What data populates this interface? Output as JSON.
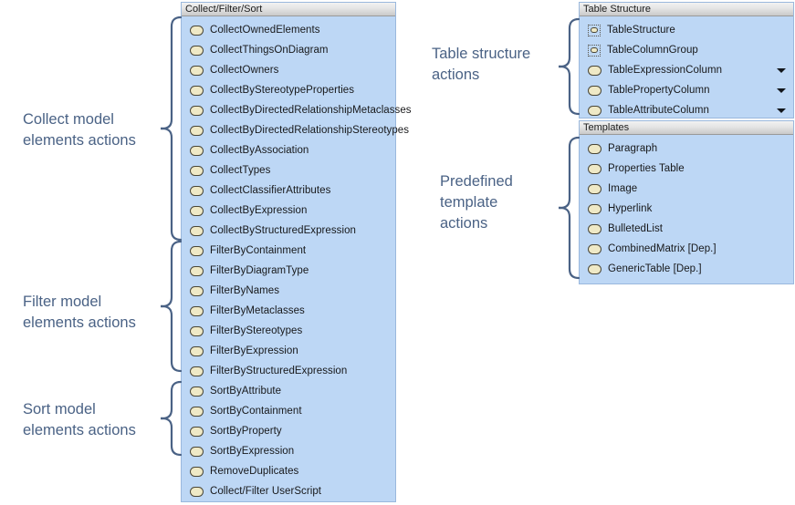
{
  "theme": {
    "panel_background": "#bdd7f5",
    "panel_border": "#9ab8dd",
    "header_gradient_top": "#f2f2f2",
    "header_gradient_bottom": "#c9c9c9",
    "annotation_color": "#4a6285",
    "icon_fill": "#efe9c6",
    "icon_stroke": "#4a4636"
  },
  "panels": {
    "collect_filter_sort": {
      "title": "Collect/Filter/Sort",
      "items": [
        {
          "label": "CollectOwnedElements",
          "icon": "oval-action-icon",
          "caret": false
        },
        {
          "label": "CollectThingsOnDiagram",
          "icon": "oval-action-icon",
          "caret": false
        },
        {
          "label": "CollectOwners",
          "icon": "oval-action-icon",
          "caret": false
        },
        {
          "label": "CollectByStereotypeProperties",
          "icon": "oval-action-icon",
          "caret": false
        },
        {
          "label": "CollectByDirectedRelationshipMetaclasses",
          "icon": "oval-action-icon",
          "caret": false
        },
        {
          "label": "CollectByDirectedRelationshipStereotypes",
          "icon": "oval-action-icon",
          "caret": false
        },
        {
          "label": "CollectByAssociation",
          "icon": "oval-action-icon",
          "caret": false
        },
        {
          "label": "CollectTypes",
          "icon": "oval-action-icon",
          "caret": false
        },
        {
          "label": "CollectClassifierAttributes",
          "icon": "oval-action-icon",
          "caret": false
        },
        {
          "label": "CollectByExpression",
          "icon": "oval-action-icon",
          "caret": false
        },
        {
          "label": "CollectByStructuredExpression",
          "icon": "oval-action-icon",
          "caret": false
        },
        {
          "label": "FilterByContainment",
          "icon": "oval-action-icon",
          "caret": false
        },
        {
          "label": "FilterByDiagramType",
          "icon": "oval-action-icon",
          "caret": false
        },
        {
          "label": "FilterByNames",
          "icon": "oval-action-icon",
          "caret": false
        },
        {
          "label": "FilterByMetaclasses",
          "icon": "oval-action-icon",
          "caret": false
        },
        {
          "label": "FilterByStereotypes",
          "icon": "oval-action-icon",
          "caret": false
        },
        {
          "label": "FilterByExpression",
          "icon": "oval-action-icon",
          "caret": false
        },
        {
          "label": "FilterByStructuredExpression",
          "icon": "oval-action-icon",
          "caret": false
        },
        {
          "label": "SortByAttribute",
          "icon": "oval-action-icon",
          "caret": false
        },
        {
          "label": "SortByContainment",
          "icon": "oval-action-icon",
          "caret": false
        },
        {
          "label": "SortByProperty",
          "icon": "oval-action-icon",
          "caret": false
        },
        {
          "label": "SortByExpression",
          "icon": "oval-action-icon",
          "caret": false
        },
        {
          "label": "RemoveDuplicates",
          "icon": "oval-action-icon",
          "caret": false
        },
        {
          "label": "Collect/Filter UserScript",
          "icon": "oval-action-icon",
          "caret": false
        }
      ]
    },
    "table_structure": {
      "title": "Table Structure",
      "items": [
        {
          "label": "TableStructure",
          "icon": "structure-icon",
          "caret": false
        },
        {
          "label": "TableColumnGroup",
          "icon": "structure-icon",
          "caret": false
        },
        {
          "label": "TableExpressionColumn",
          "icon": "oval-action-icon",
          "caret": true
        },
        {
          "label": "TablePropertyColumn",
          "icon": "oval-action-icon",
          "caret": true
        },
        {
          "label": "TableAttributeColumn",
          "icon": "oval-action-icon",
          "caret": true
        }
      ]
    },
    "templates": {
      "title": "Templates",
      "items": [
        {
          "label": "Paragraph",
          "icon": "oval-action-icon",
          "caret": false
        },
        {
          "label": "Properties Table",
          "icon": "oval-action-icon",
          "caret": false
        },
        {
          "label": "Image",
          "icon": "oval-action-icon",
          "caret": false
        },
        {
          "label": "Hyperlink",
          "icon": "oval-action-icon",
          "caret": false
        },
        {
          "label": "BulletedList",
          "icon": "oval-action-icon",
          "caret": false
        },
        {
          "label": "CombinedMatrix [Dep.]",
          "icon": "oval-action-icon",
          "caret": false
        },
        {
          "label": "GenericTable [Dep.]",
          "icon": "oval-action-icon",
          "caret": false
        }
      ]
    }
  },
  "annotations": {
    "collect": "Collect model\nelements actions",
    "filter": "Filter model\nelements actions",
    "sort": "Sort model\nelements actions",
    "table_structure": "Table structure\nactions",
    "templates": "Predefined\ntemplate\nactions"
  }
}
